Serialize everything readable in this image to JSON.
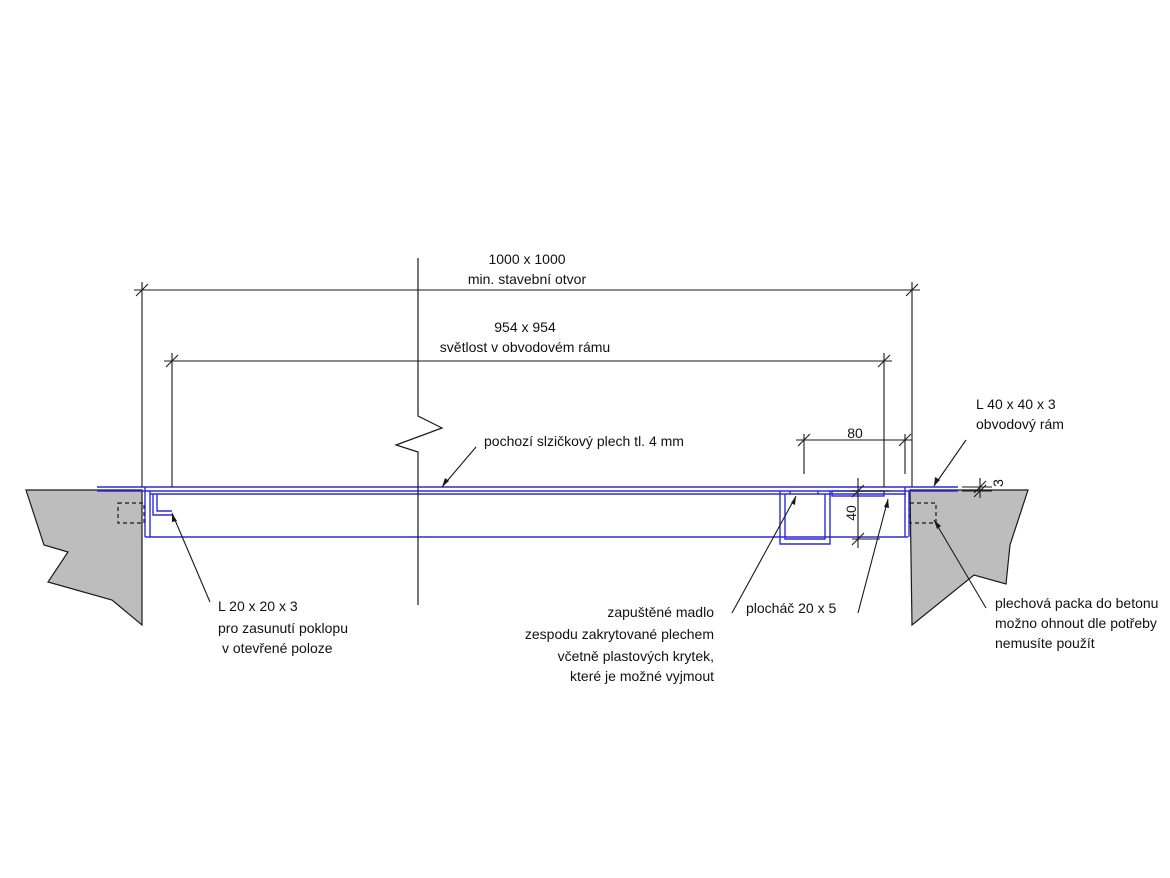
{
  "dimensions": {
    "outer_value": "1000 x 1000",
    "outer_label": "min. stavební otvor",
    "inner_value": "954 x 954",
    "inner_label": "světlost v obvodovém rámu",
    "handle_width": "80",
    "handle_depth": "40",
    "sheet_thickness": "3"
  },
  "labels": {
    "plate": "pochozí slzičkový plech tl. 4 mm",
    "frame_profile": "L 40 x 40 x 3",
    "frame_name": "obvodový rám",
    "left_angle_1": "L 20 x 20 x 3",
    "left_angle_2": "pro zasunutí poklopu",
    "left_angle_3": "v otevřené poloze",
    "handle_1": "zapuštěné madlo",
    "handle_2": "zespodu zakrytované plechem",
    "handle_3": "včetně plastových krytek,",
    "handle_4": "které je možné vyjmout",
    "flat_bar": "plocháč  20 x 5",
    "anchor_1": "plechová packa do betonu",
    "anchor_2": "možno ohnout dle potřeby",
    "anchor_3": "nemusíte použít"
  },
  "colors": {
    "steel": "#2b2bd6",
    "concrete": "#bdbdbd",
    "ink": "#1a1a1a"
  }
}
